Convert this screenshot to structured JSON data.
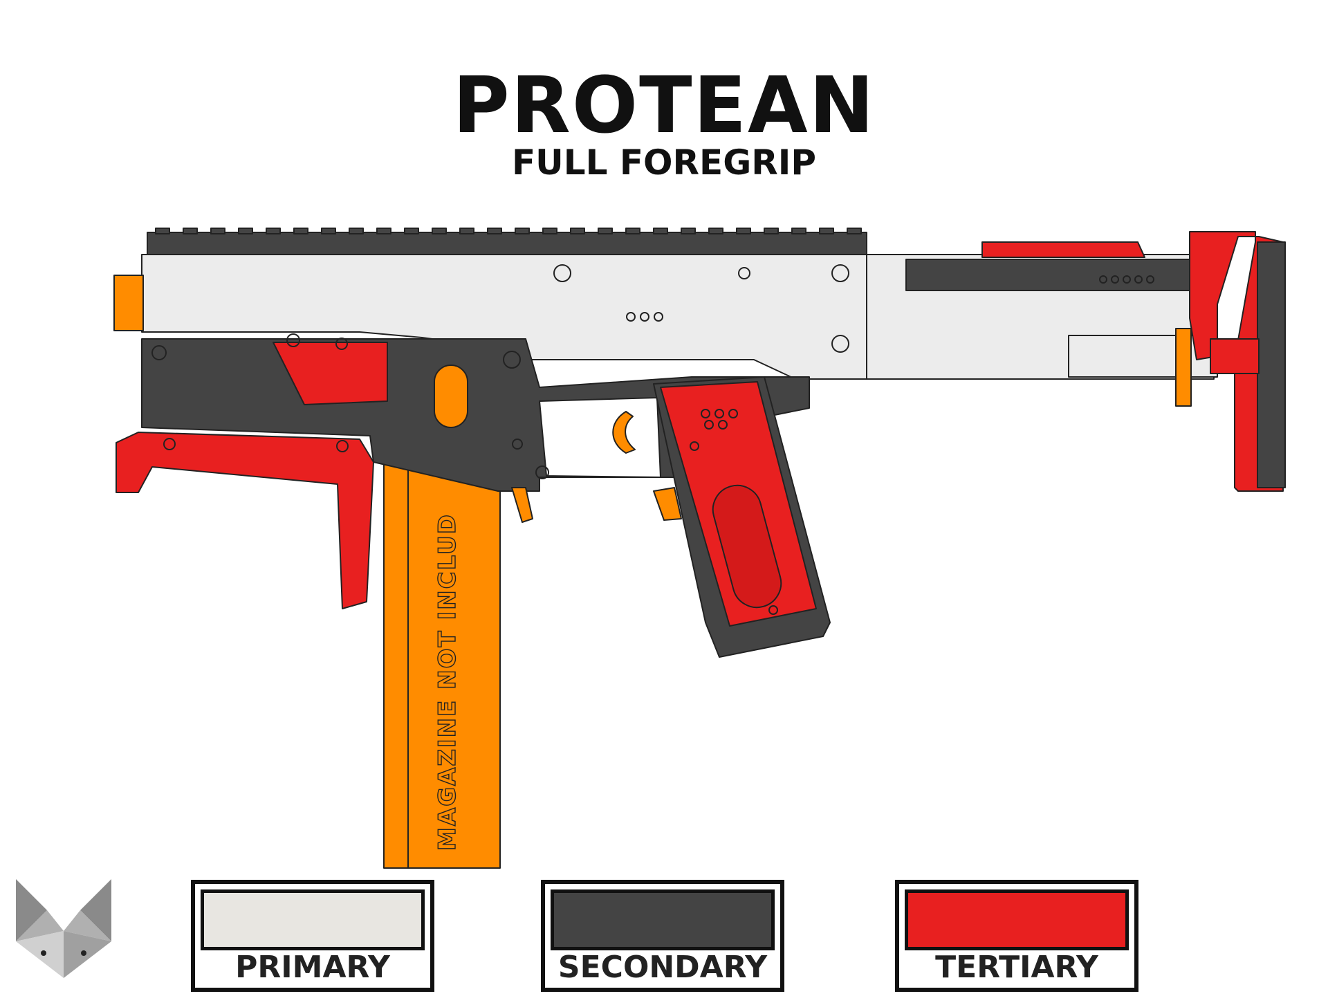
{
  "title": "PROTEAN",
  "subtitle": "FULL FOREGRIP",
  "magazine_note": "MAGAZINE NOT INCLUDED",
  "swatches": [
    {
      "label": "PRIMARY",
      "color": "#e8e6e1"
    },
    {
      "label": "SECONDARY",
      "color": "#444444"
    },
    {
      "label": "TERTIARY",
      "color": "#e82020"
    }
  ],
  "colors": {
    "accent_orange": "#ff8c00",
    "outline": "#111111"
  },
  "icons": {
    "logo": "fox-head-logo-icon"
  }
}
